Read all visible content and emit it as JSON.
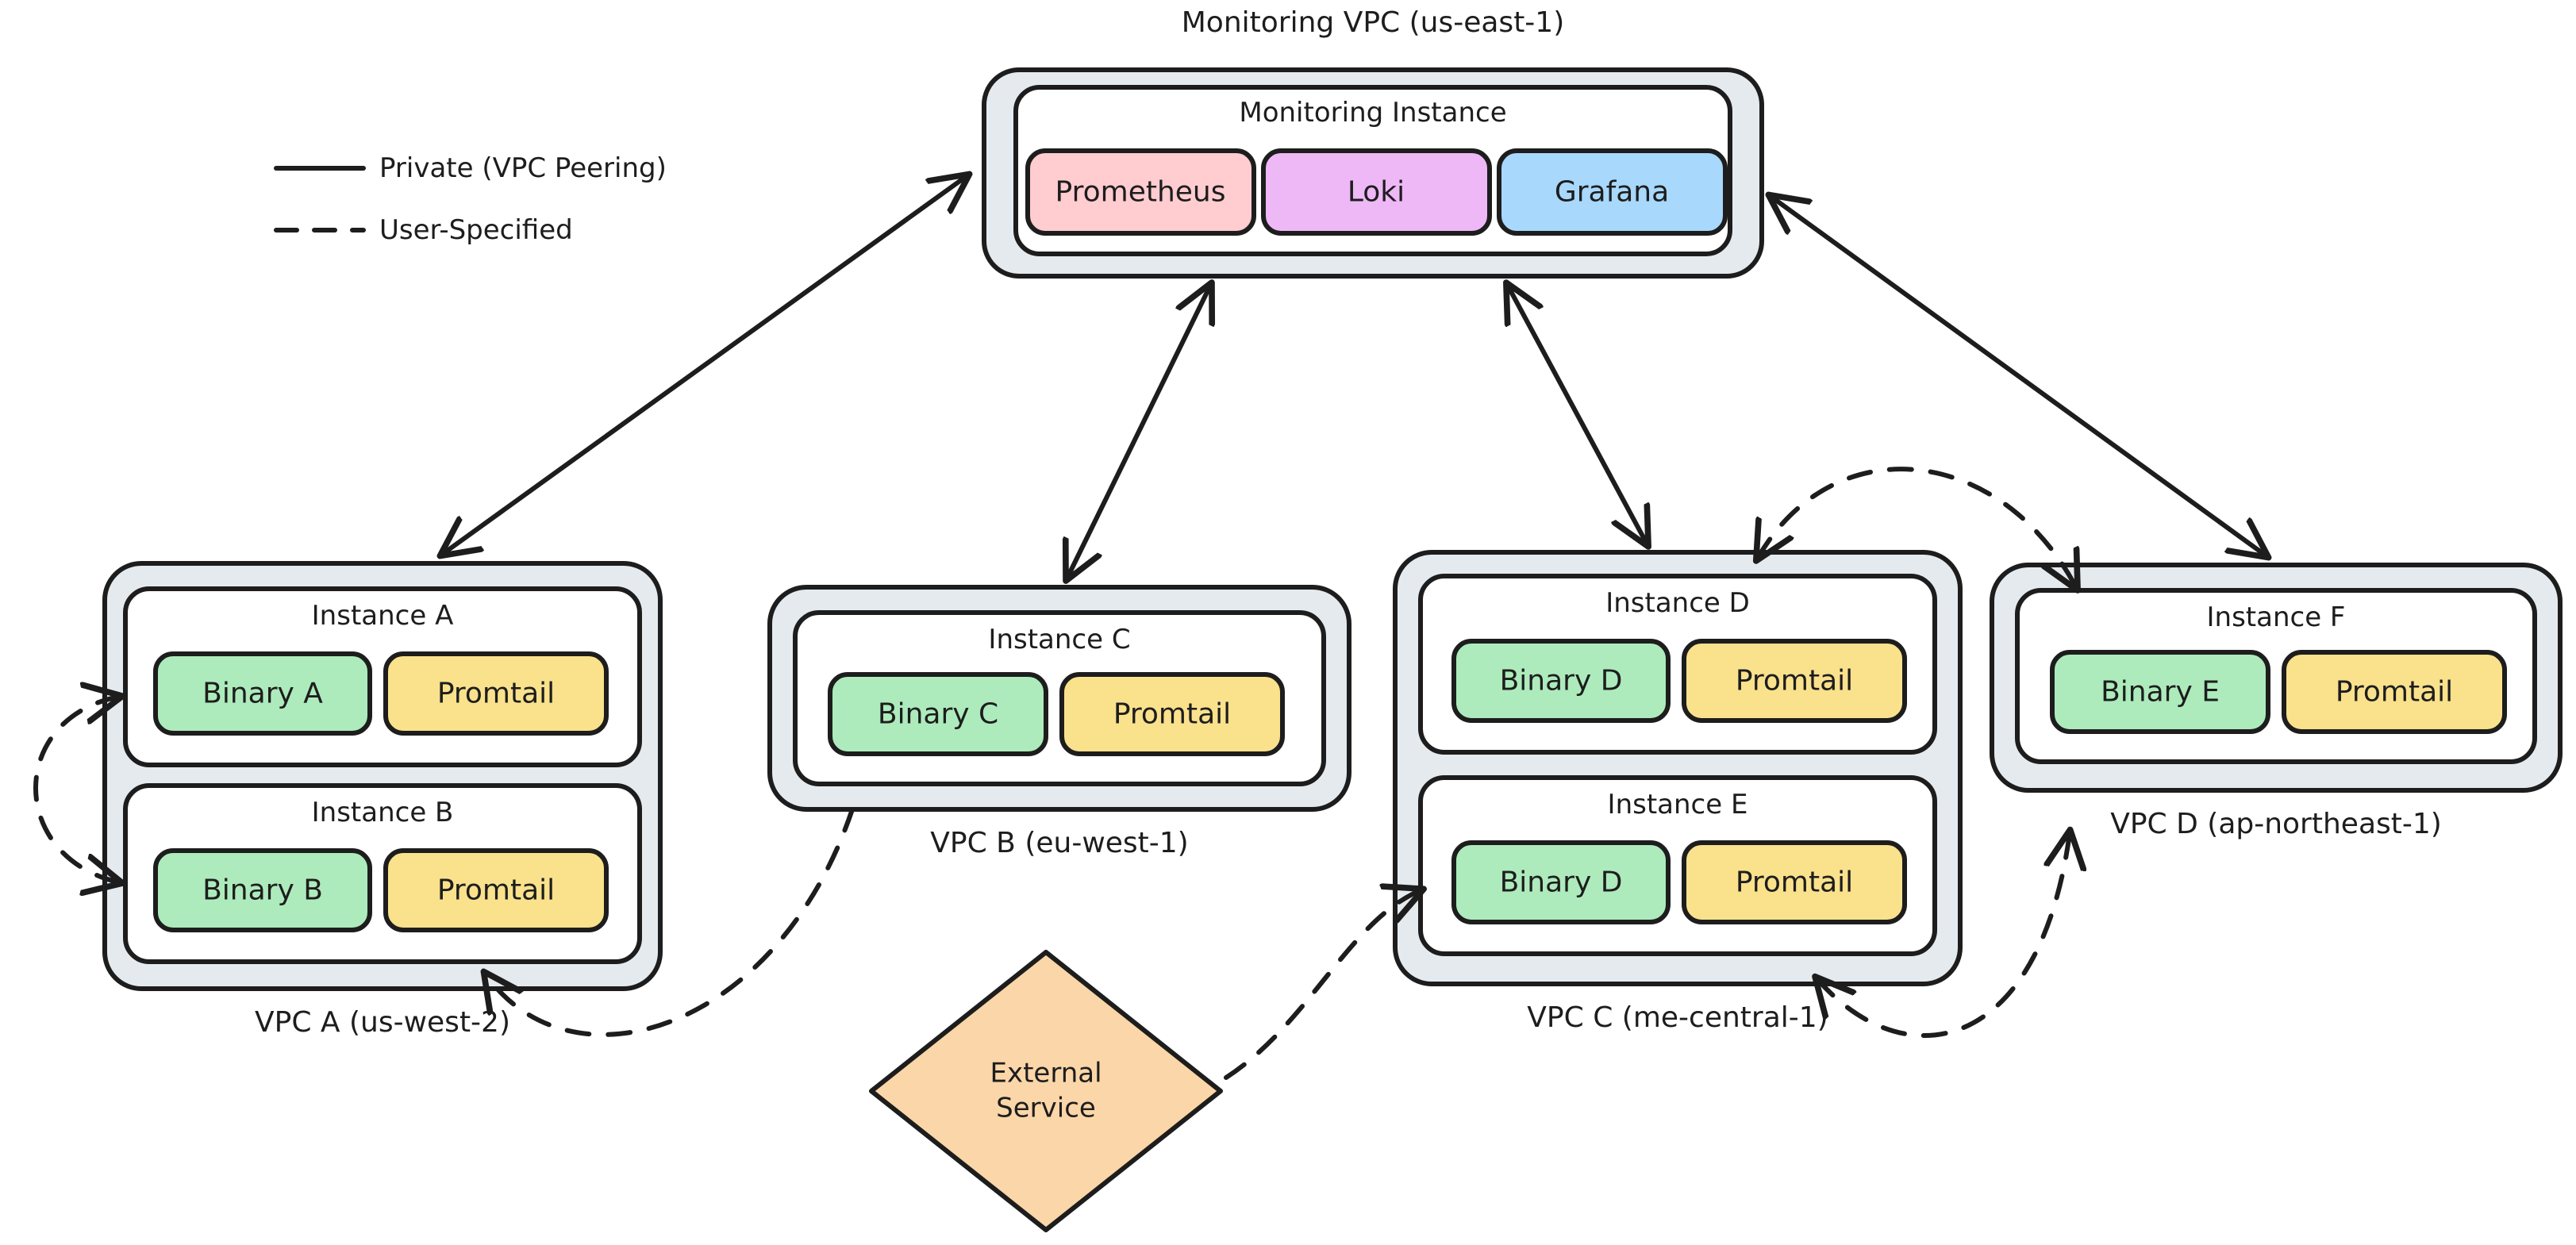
{
  "legend": {
    "items": [
      {
        "style": "solid",
        "label": "Private (VPC Peering)"
      },
      {
        "style": "dashed",
        "label": "User-Specified"
      }
    ]
  },
  "colors": {
    "vpc_fill": "#E5EAEE",
    "instance_fill": "#FFFFFF",
    "stroke": "#1d1d1d",
    "binary": "#ADEBBC",
    "promtail": "#FAE18C",
    "prometheus": "#FFCCD0",
    "loki": "#EEB8F7",
    "grafana": "#A8D8FB",
    "external": "#FBD6A8"
  },
  "vpcs": [
    {
      "id": "monitoring",
      "label": "Monitoring VPC (us-east-1)",
      "label_pos": "top",
      "instances": [
        {
          "label": "Monitoring Instance",
          "nodes": [
            {
              "label": "Prometheus",
              "kind": "prometheus"
            },
            {
              "label": "Loki",
              "kind": "loki"
            },
            {
              "label": "Grafana",
              "kind": "grafana"
            }
          ]
        }
      ]
    },
    {
      "id": "vpc-a",
      "label": "VPC A (us-west-2)",
      "label_pos": "bottom",
      "instances": [
        {
          "label": "Instance A",
          "nodes": [
            {
              "label": "Binary A",
              "kind": "binary"
            },
            {
              "label": "Promtail",
              "kind": "promtail"
            }
          ]
        },
        {
          "label": "Instance B",
          "nodes": [
            {
              "label": "Binary B",
              "kind": "binary"
            },
            {
              "label": "Promtail",
              "kind": "promtail"
            }
          ]
        }
      ]
    },
    {
      "id": "vpc-b",
      "label": "VPC B (eu-west-1)",
      "label_pos": "bottom",
      "instances": [
        {
          "label": "Instance C",
          "nodes": [
            {
              "label": "Binary C",
              "kind": "binary"
            },
            {
              "label": "Promtail",
              "kind": "promtail"
            }
          ]
        }
      ]
    },
    {
      "id": "vpc-c",
      "label": "VPC C (me-central-1)",
      "label_pos": "bottom",
      "instances": [
        {
          "label": "Instance D",
          "nodes": [
            {
              "label": "Binary D",
              "kind": "binary"
            },
            {
              "label": "Promtail",
              "kind": "promtail"
            }
          ]
        },
        {
          "label": "Instance E",
          "nodes": [
            {
              "label": "Binary D",
              "kind": "binary"
            },
            {
              "label": "Promtail",
              "kind": "promtail"
            }
          ]
        }
      ]
    },
    {
      "id": "vpc-d",
      "label": "VPC D (ap-northeast-1)",
      "label_pos": "bottom",
      "instances": [
        {
          "label": "Instance F",
          "nodes": [
            {
              "label": "Binary E",
              "kind": "binary"
            },
            {
              "label": "Promtail",
              "kind": "promtail"
            }
          ]
        }
      ]
    }
  ],
  "external_service": {
    "label_line1": "External",
    "label_line2": "Service"
  },
  "edges": [
    {
      "from": "monitoring",
      "to": "vpc-a",
      "style": "solid",
      "arrows": "both"
    },
    {
      "from": "monitoring",
      "to": "vpc-b",
      "style": "solid",
      "arrows": "both"
    },
    {
      "from": "monitoring",
      "to": "vpc-c",
      "style": "solid",
      "arrows": "both"
    },
    {
      "from": "monitoring",
      "to": "vpc-d",
      "style": "solid",
      "arrows": "both"
    },
    {
      "from": "instance-a",
      "to": "instance-b",
      "style": "dashed",
      "arrows": "both"
    },
    {
      "from": "instance-d",
      "to": "instance-f",
      "style": "dashed",
      "arrows": "both"
    },
    {
      "from": "instance-e",
      "to": "instance-f",
      "style": "dashed",
      "arrows": "both"
    },
    {
      "from": "vpc-b",
      "to": "vpc-a",
      "style": "dashed",
      "arrows": "both"
    },
    {
      "from": "external-service",
      "to": "instance-e",
      "style": "dashed",
      "arrows": "forward"
    }
  ]
}
